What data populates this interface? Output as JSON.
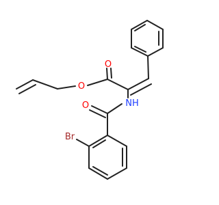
{
  "molecule": {
    "atoms": {
      "carbonyl_oxygen": "O",
      "ester_oxygen": "O",
      "amide_oxygen": "O",
      "amide_nitrogen": "NH",
      "bromine": "Br"
    },
    "colors": {
      "bond": "#222222",
      "oxygen": "#ff0000",
      "nitrogen": "#1f3fff",
      "bromine": "#a52a2a"
    }
  }
}
